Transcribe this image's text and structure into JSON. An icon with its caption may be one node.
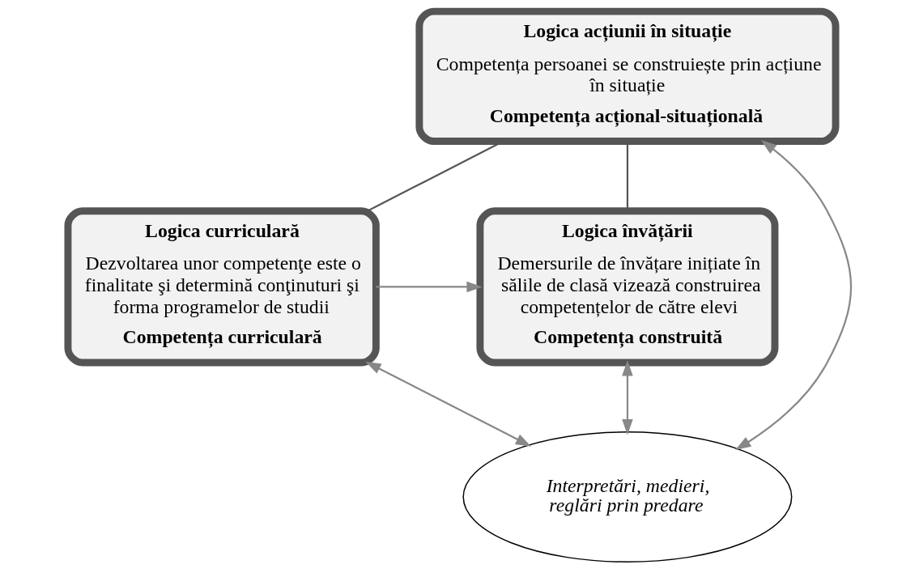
{
  "diagram": {
    "nodes": [
      {
        "text": [
          "Logica acțiunii în situație",
          "Competența persoanei se construiește prin acțiune în situație",
          "Competența acțional-situațională"
        ]
      },
      {
        "text": [
          "Logica curriculară",
          "Dezvoltarea unor competenţe este o finalitate şi determină conţinuturi şi forma programelor de studii",
          "Competența curriculară"
        ]
      },
      {
        "text": [
          "Logica învățării",
          "Demersurile de învățare inițiate în sălile de clasă vizează construirea competențelor de către elevi",
          "Competența construită"
        ]
      },
      {
        "text": [
          "Interpretări, medieri, reglări prin predare"
        ]
      }
    ],
    "edges": [
      {
        "from": 0,
        "to": 1,
        "arrow": "none",
        "color": "#555555"
      },
      {
        "from": 0,
        "to": 2,
        "arrow": "none",
        "color": "#555555"
      },
      {
        "from": 1,
        "to": 2,
        "arrow": "to"
      },
      {
        "from": 3,
        "to": 0,
        "arrow": "both"
      },
      {
        "from": 1,
        "to": 3,
        "arrow": "both"
      },
      {
        "from": 2,
        "to": 3,
        "arrow": "both"
      }
    ]
  }
}
